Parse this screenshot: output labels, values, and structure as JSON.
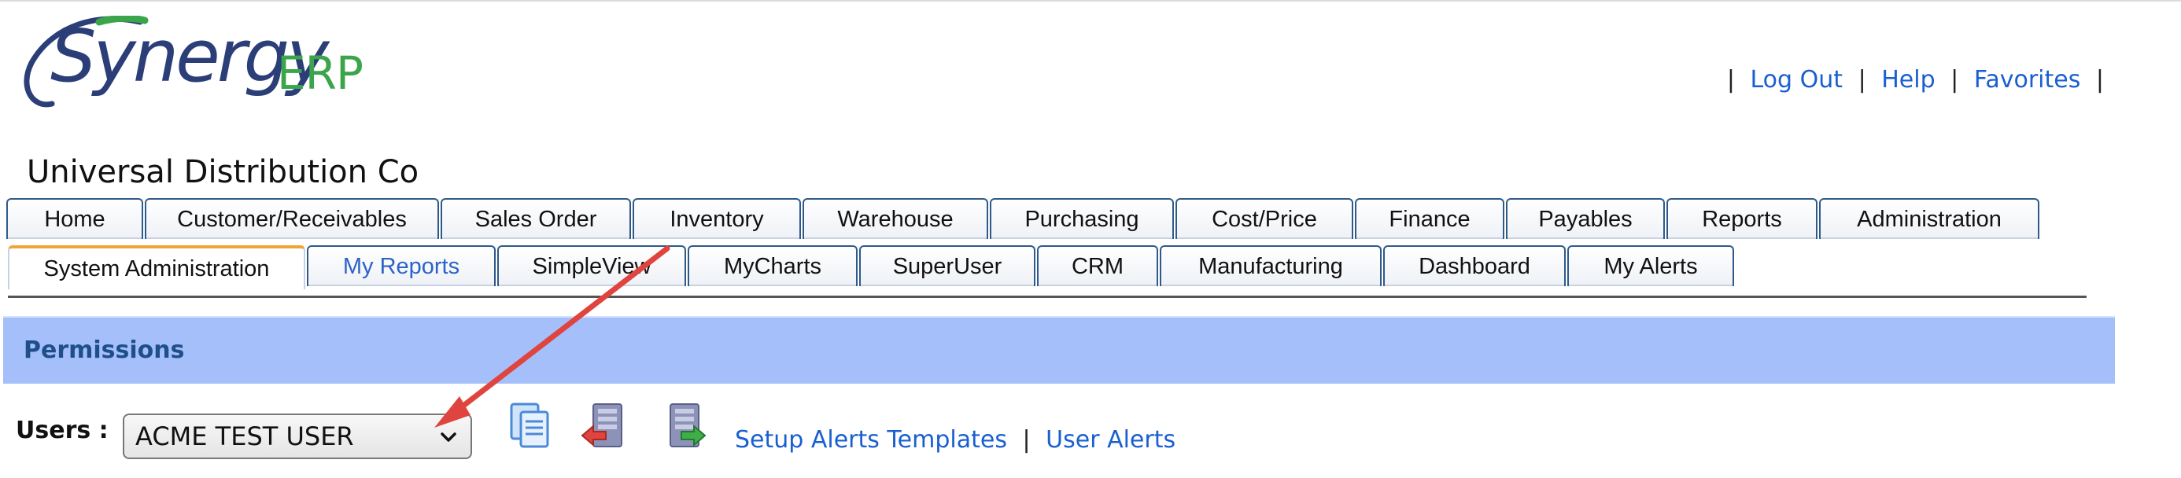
{
  "brand": {
    "logo_text": "Synergy",
    "logo_suffix": "ERP",
    "colors": {
      "logo_blue": "#2b3e78",
      "logo_green": "#3aa54a"
    }
  },
  "header": {
    "links": [
      "Log Out",
      "Help",
      "Favorites"
    ],
    "separator": "|",
    "company_name": "Universal Distribution Co"
  },
  "tabs_row1": [
    "Home",
    "Customer/Receivables",
    "Sales Order",
    "Inventory",
    "Warehouse",
    "Purchasing",
    "Cost/Price",
    "Finance",
    "Payables",
    "Reports",
    "Administration"
  ],
  "tabs_row2": [
    "System Administration",
    "My Reports",
    "SimpleView",
    "MyCharts",
    "SuperUser",
    "CRM",
    "Manufacturing",
    "Dashboard",
    "My Alerts"
  ],
  "tabs_row2_active": "System Administration",
  "section": {
    "title": "Permissions",
    "bar_color": "#a4bffa"
  },
  "users": {
    "label": "Users :",
    "selected": "ACME TEST USER"
  },
  "toolbar_icons": [
    "copy-permissions-icon",
    "export-permissions-icon",
    "import-permissions-icon"
  ],
  "alerts": {
    "setup_templates": "Setup Alerts Templates",
    "separator": "|",
    "user_alerts": "User Alerts"
  },
  "colors": {
    "link": "#1a5fd0",
    "tab_border": "#2e5a8a",
    "active_tab_accent": "#f0a43a",
    "annotation_arrow": "#e0443e"
  }
}
